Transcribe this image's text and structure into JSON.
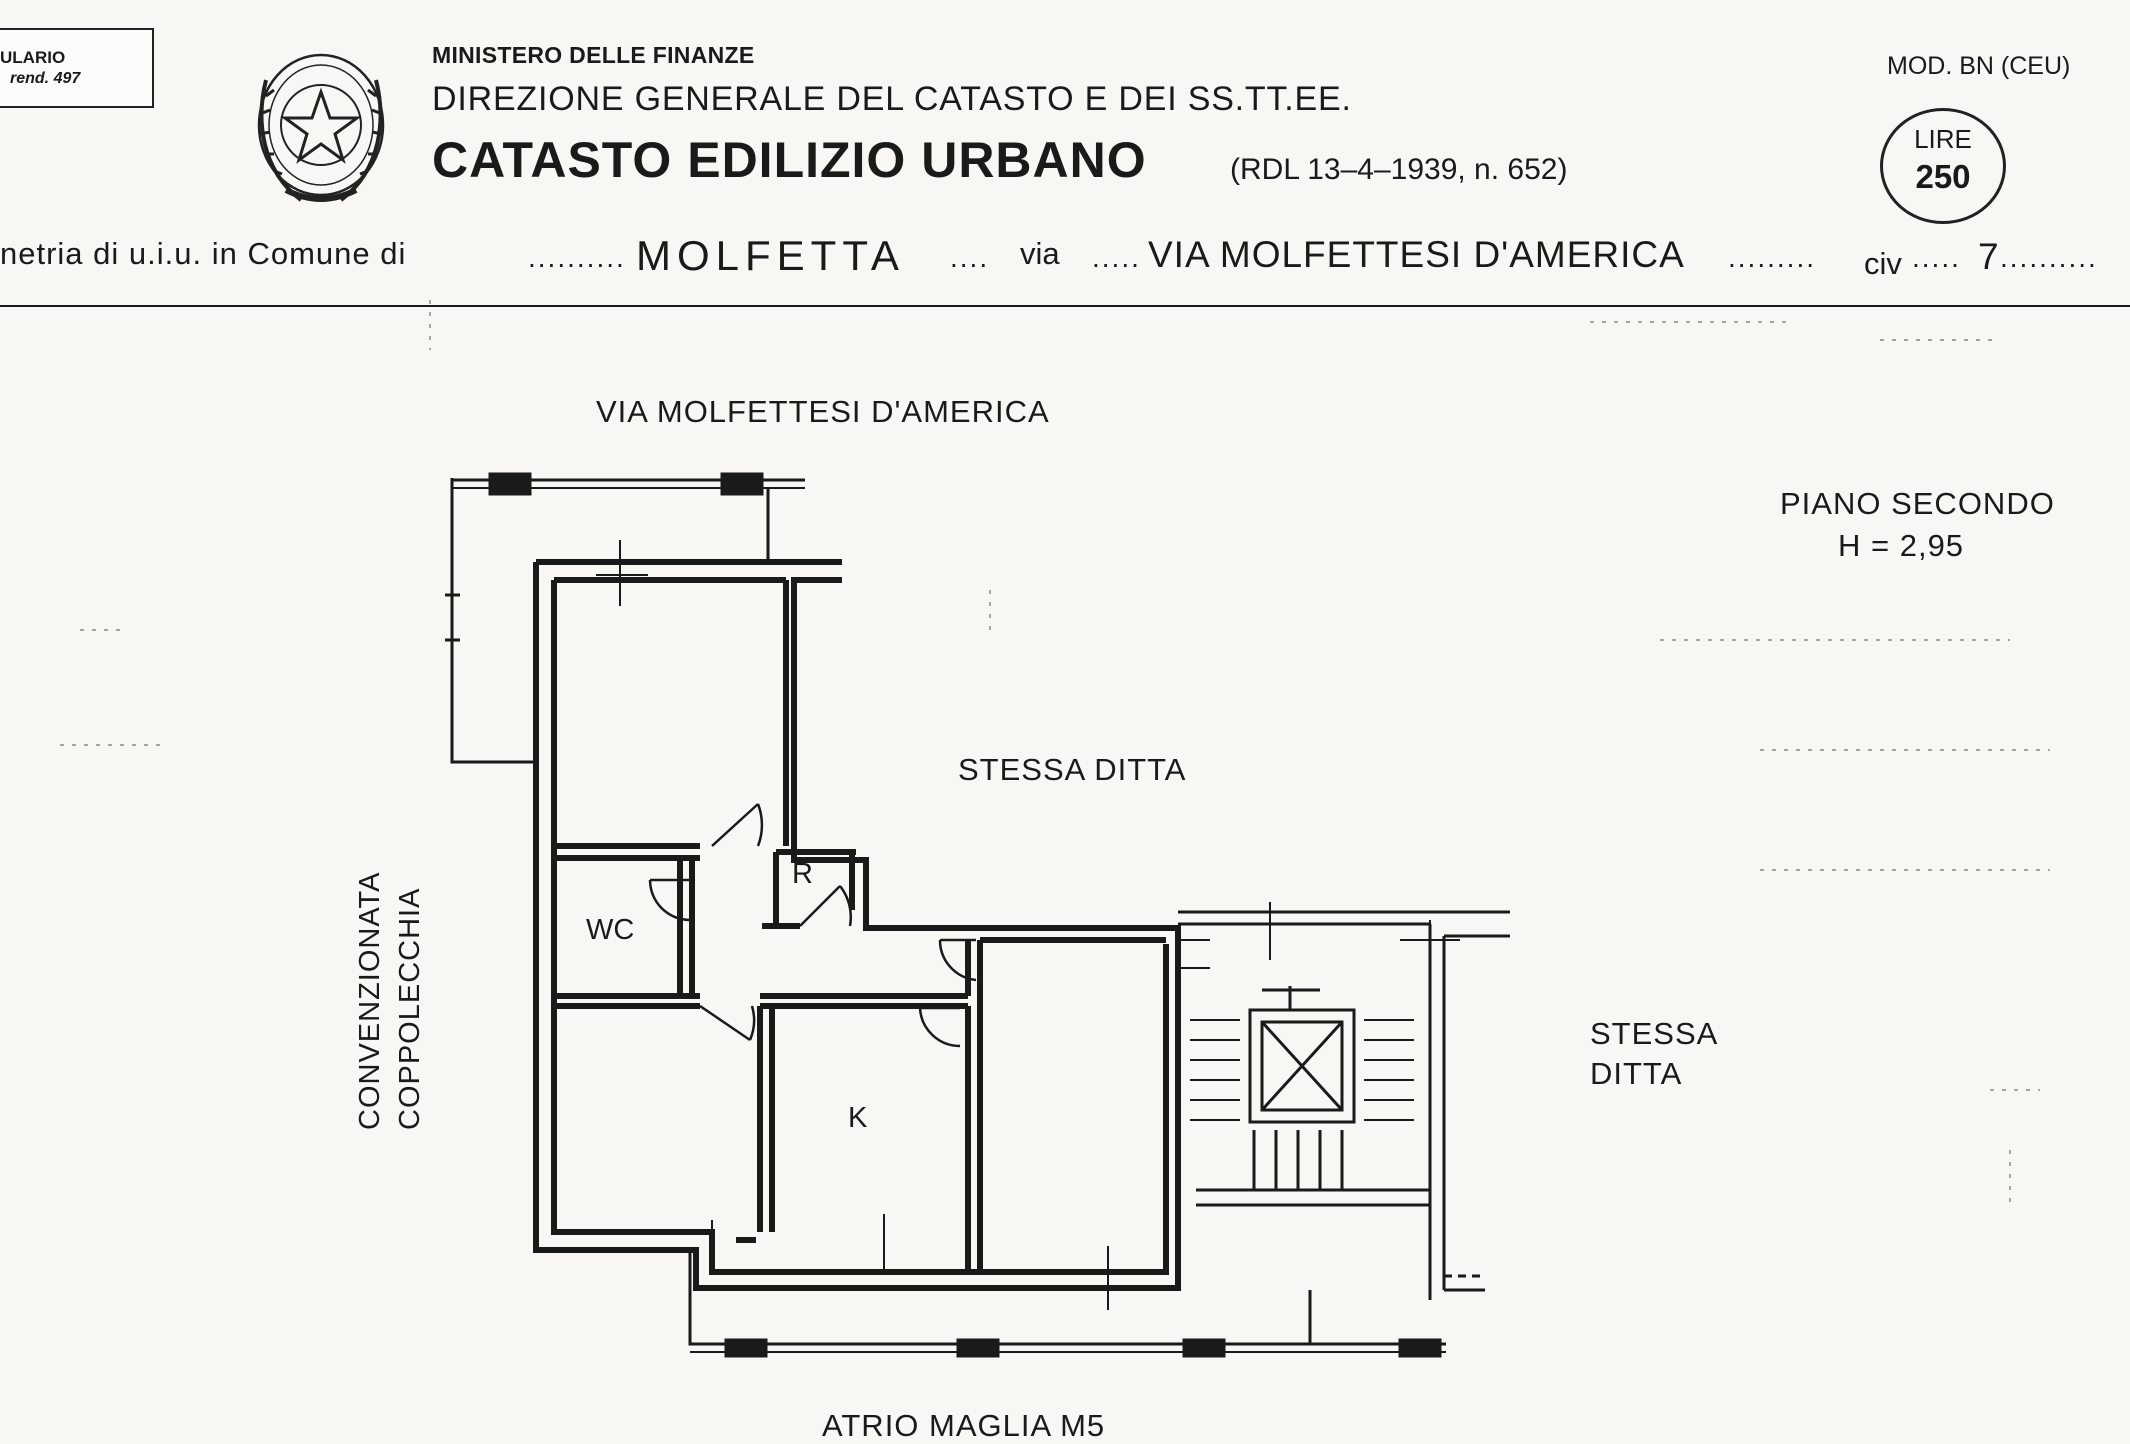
{
  "stamp": {
    "line1": "ULARIO",
    "line2": "rend. 497"
  },
  "header": {
    "ministry": "MINISTERO DELLE FINANZE",
    "directorate": "DIREZIONE GENERALE DEL CATASTO E DEI SS.TT.EE.",
    "title": "CATASTO EDILIZIO URBANO",
    "decree": "(RDL 13–4–1939, n. 652)",
    "model": "MOD. BN (CEU)",
    "price_label": "LIRE",
    "price_value": "250"
  },
  "form": {
    "prefix": "netria di u.i.u. in Comune di",
    "comune": "MOLFETTA",
    "via_label": "via",
    "via": "VIA MOLFETTESI D'AMERICA",
    "civ_label": "civ",
    "civ": "7"
  },
  "plan": {
    "street_top": "VIA MOLFETTESI D'AMERICA",
    "floor": "PIANO SECONDO",
    "height": "H = 2,95",
    "neighbor_top": "STESSA DITTA",
    "neighbor_right_line1": "STESSA",
    "neighbor_right_line2": "DITTA",
    "neighbor_left_line1": "CONVENZIONATA",
    "neighbor_left_line2": "COPPOLECCHIA",
    "bottom": "ATRIO MAGLIA M5",
    "room_wc": "WC",
    "room_r": "R",
    "room_k": "K"
  },
  "colors": {
    "ink": "#1a1a1a",
    "paper": "#f8f7f4"
  }
}
